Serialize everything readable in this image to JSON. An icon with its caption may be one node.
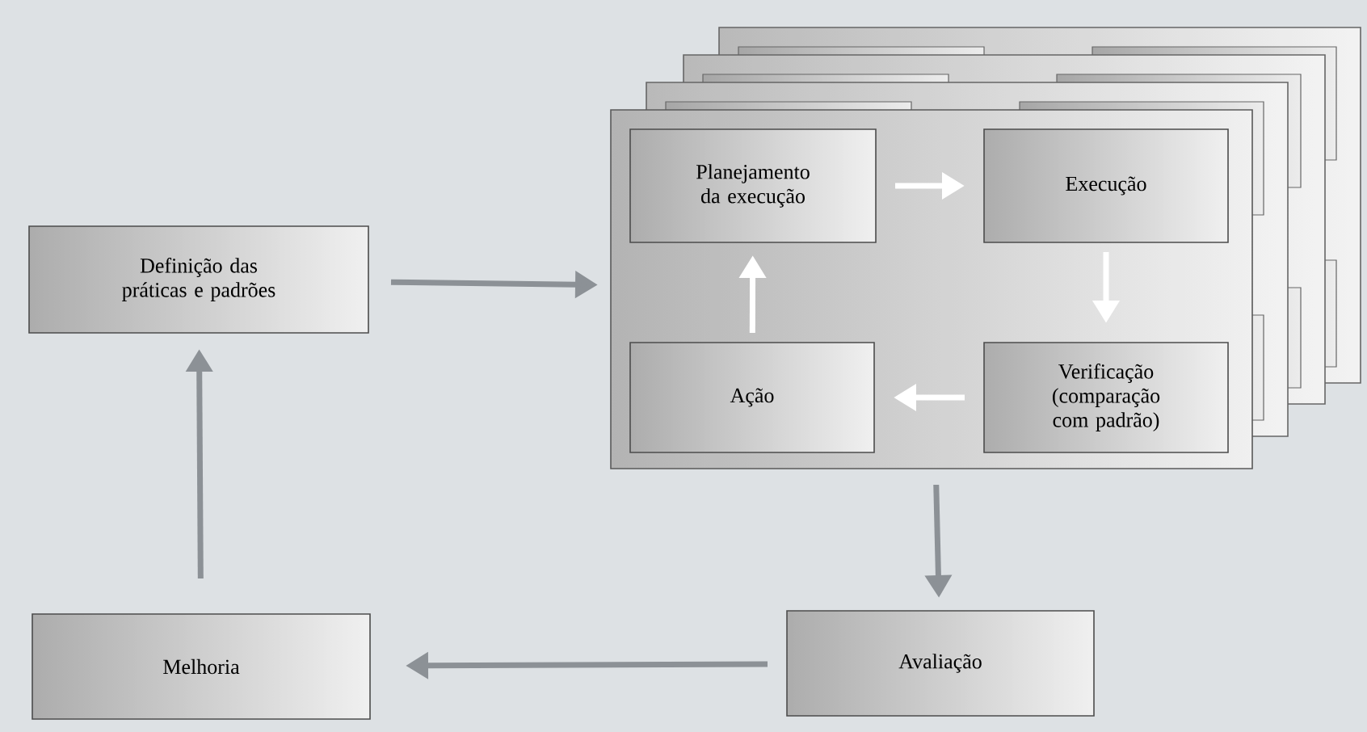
{
  "diagram": {
    "nodes": [
      {
        "text": [
          "Definição das práticas e padrões"
        ]
      },
      {
        "text": [],
        "shape": "box"
      },
      {
        "text": [
          "Planejamento da execução"
        ],
        "in": 1
      },
      {
        "text": [
          "Execução"
        ],
        "in": 1
      },
      {
        "text": [
          "Verificação (comparação com padrão)"
        ],
        "in": 1
      },
      {
        "text": [
          "Ação"
        ],
        "in": 1
      },
      {
        "text": [
          "Avaliação"
        ]
      },
      {
        "text": [
          "Melhoria"
        ]
      }
    ],
    "edges": [
      {
        "from": 0,
        "to": 1,
        "arrow": "to"
      },
      {
        "from": 2,
        "to": 3,
        "arrow": "to",
        "color": "#ffffff"
      },
      {
        "from": 3,
        "to": 4,
        "arrow": "to",
        "color": "#ffffff"
      },
      {
        "from": 4,
        "to": 5,
        "arrow": "to",
        "color": "#ffffff"
      },
      {
        "from": 5,
        "to": 2,
        "arrow": "to",
        "color": "#ffffff"
      },
      {
        "from": 1,
        "to": 6,
        "arrow": "to"
      },
      {
        "from": 6,
        "to": 7,
        "arrow": "to"
      },
      {
        "from": 7,
        "to": 0,
        "arrow": "to"
      }
    ]
  }
}
